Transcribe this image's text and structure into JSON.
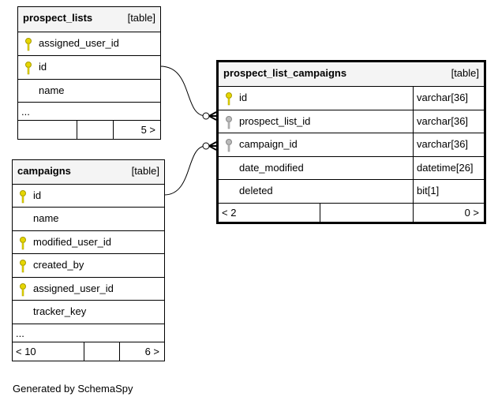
{
  "tables": {
    "prospect_lists": {
      "name": "prospect_lists",
      "tag": "[table]",
      "columns": [
        {
          "name": "assigned_user_id",
          "key": "fk"
        },
        {
          "name": "id",
          "key": "pk"
        },
        {
          "name": "name",
          "key": ""
        }
      ],
      "ellipsis": "...",
      "footer_left": "",
      "footer_right": "5 >"
    },
    "prospect_list_campaigns": {
      "name": "prospect_list_campaigns",
      "tag": "[table]",
      "columns": [
        {
          "name": "id",
          "type": "varchar[36]",
          "key": "pk"
        },
        {
          "name": "prospect_list_id",
          "type": "varchar[36]",
          "key": "idx"
        },
        {
          "name": "campaign_id",
          "type": "varchar[36]",
          "key": "idx"
        },
        {
          "name": "date_modified",
          "type": "datetime[26]",
          "key": ""
        },
        {
          "name": "deleted",
          "type": "bit[1]",
          "key": ""
        }
      ],
      "footer_left": "< 2",
      "footer_right": "0 >"
    },
    "campaigns": {
      "name": "campaigns",
      "tag": "[table]",
      "columns": [
        {
          "name": "id",
          "key": "pk"
        },
        {
          "name": "name",
          "key": ""
        },
        {
          "name": "modified_user_id",
          "key": "fk"
        },
        {
          "name": "created_by",
          "key": "fk"
        },
        {
          "name": "assigned_user_id",
          "key": "fk"
        },
        {
          "name": "tracker_key",
          "key": ""
        }
      ],
      "ellipsis": "...",
      "footer_left": "< 10",
      "footer_right": "6 >"
    }
  },
  "key_colors": {
    "pk": "#e6d600",
    "fk": "#e6d600",
    "idx": "#aaaaaa"
  },
  "footer": "Generated by SchemaSpy"
}
